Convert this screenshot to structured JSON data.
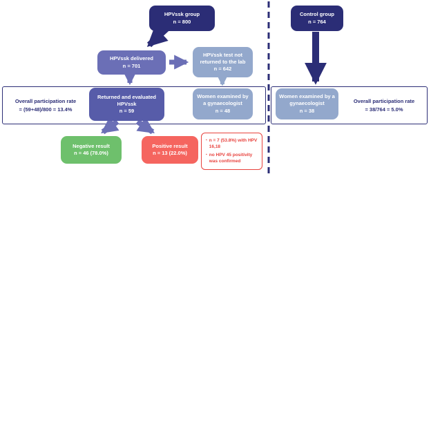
{
  "nodes": {
    "hpvssk_group": {
      "label": "HPVssk group",
      "n": "n = 800"
    },
    "control_group": {
      "label": "Control group",
      "n": "n = 764"
    },
    "delivered": {
      "label": "HPVssk delivered",
      "n": "n = 701"
    },
    "not_returned": {
      "label": "HPVssk test not returned to the lab",
      "n": "n = 642"
    },
    "returned": {
      "label": "Returned and evaluated HPVssk",
      "n": "n = 59"
    },
    "examined_left": {
      "label": "Women examined by a gynaecologist",
      "n": "n = 48"
    },
    "examined_right": {
      "label": "Women examined by a gynaecologist",
      "n": "n = 38"
    },
    "negative": {
      "label": "Negative result",
      "n": "n = 46 (78.0%)"
    },
    "positive": {
      "label": "Positive result",
      "n": "n = 13 (22.0%)"
    }
  },
  "annotations": {
    "participation_left": {
      "line1": "Overall participation rate",
      "line2": "= (59+48)/800 = 13.4%"
    },
    "participation_right": {
      "line1": "Overall participation rate",
      "line2": "= 38/764 = 5.0%"
    },
    "note": {
      "bullet1": "n = 7 (53.8%) with HPV 16,18",
      "bullet2": "no HPV 45 positivity was confirmed"
    }
  },
  "colors": {
    "navy": "#2b2d76",
    "purple": "#6b6fb6",
    "purple_dark": "#575ca9",
    "bluegray": "#93a8cc",
    "green": "#6ec06c",
    "red": "#f5655f",
    "note_red": "#e8413c"
  }
}
